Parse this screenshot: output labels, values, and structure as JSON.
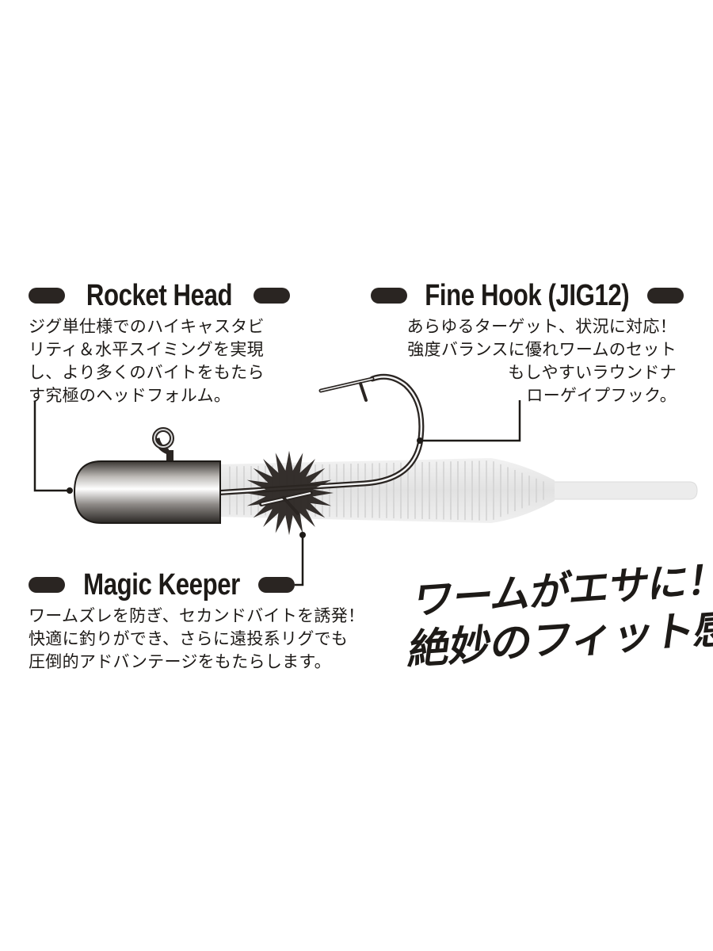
{
  "labels": {
    "rocket_head": {
      "title": "Rocket Head",
      "lines": [
        "ジグ単仕様でのハイキャスタビ",
        "リティ＆水平スイミングを実現",
        "し、より多くのバイトをもたら",
        "す究極のヘッドフォルム。"
      ]
    },
    "fine_hook": {
      "title": "Fine Hook (JIG12)",
      "lines": [
        "あらゆるターゲット、状況に対応！",
        "強度バランスに優れワームのセット",
        "もしやすいラウンドナ",
        "ローゲイプフック。"
      ]
    },
    "magic_keeper": {
      "title": "Magic Keeper",
      "lines": [
        "ワームズレを防ぎ、セカンドバイトを誘発！",
        "快適に釣りができ、さらに遠投系リグでも",
        "圧倒的アドバンテージをもたらします。"
      ]
    }
  },
  "catchphrase": {
    "line1": "ワームがエサに！",
    "line2": "絶妙のフィット感!!"
  },
  "colors": {
    "ink": "#1d1a17",
    "worm": "#e9e9e9",
    "head_dark": "#2e2b29",
    "head_light": "#ffffff"
  }
}
